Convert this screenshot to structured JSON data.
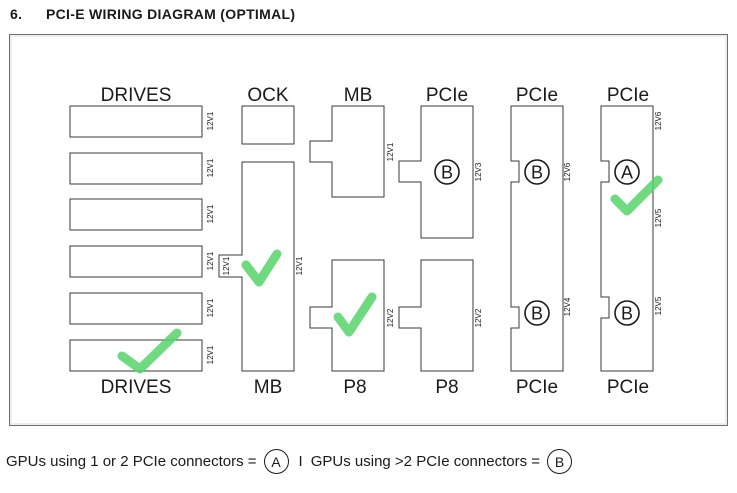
{
  "heading": {
    "number": "6.",
    "title": "PCI-E WIRING DIAGRAM (OPTIMAL)"
  },
  "columns": {
    "drives": {
      "top": "DRIVES",
      "bottom": "DRIVES"
    },
    "ock": {
      "top": "OCK",
      "bottom": "MB"
    },
    "mb": {
      "top": "MB",
      "bottom": "P8"
    },
    "pcie1": {
      "top": "PCIe",
      "bottom": "P8"
    },
    "pcie2": {
      "top": "PCIe",
      "bottom": "PCIe"
    },
    "pcie3": {
      "top": "PCIe",
      "bottom": "PCIe"
    }
  },
  "rails": {
    "drive1": "12V1",
    "drive2": "12V1",
    "drive3": "12V1",
    "drive4": "12V1",
    "drive5": "12V1",
    "drive6": "12V1",
    "mb_long": "12V1",
    "mb_tab": "12V1",
    "p8_tab": "12V2",
    "pcie1_top": "12V3",
    "pcie1_bottom": "12V2",
    "pcie2_top": "12V6",
    "pcie2_bottom": "12V4",
    "pcie3_right_top": "12V6",
    "pcie3_right_mid": "12V5",
    "pcie3_right_bottom": "12V5"
  },
  "badges": {
    "pcie1_top": "B",
    "pcie2_top": "B",
    "pcie2_bottom": "B",
    "pcie3_top": "A",
    "pcie3_bottom": "B"
  },
  "checkmark_color": "#57d36a",
  "legend": {
    "a_text": "GPUs using 1 or 2 PCIe connectors =",
    "a_badge": "A",
    "separator": "I",
    "b_text": "GPUs using >2 PCIe connectors =",
    "b_badge": "B"
  }
}
